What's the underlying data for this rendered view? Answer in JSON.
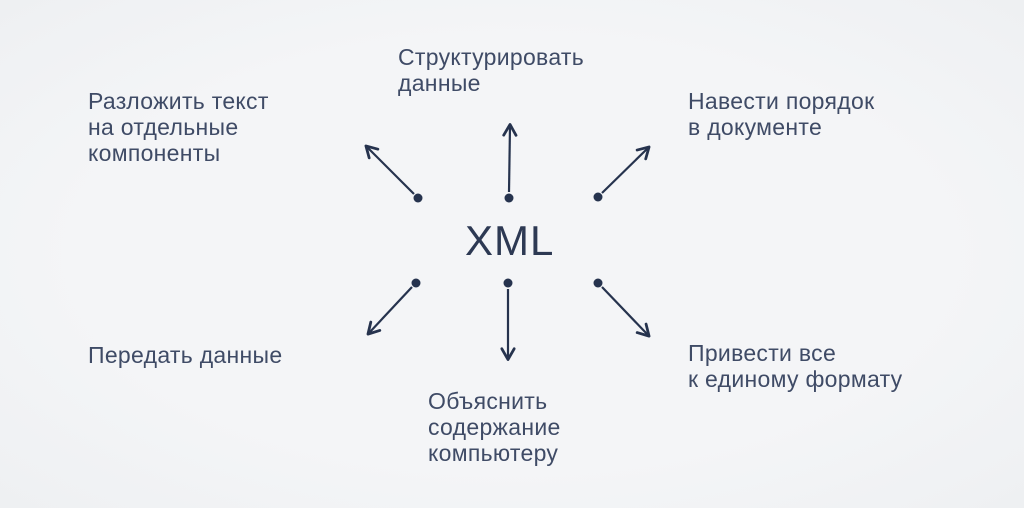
{
  "center_label": "XML",
  "labels": {
    "top": "Структурировать\nданные",
    "top_left": "Разложить текст\nна отдельные\nкомпоненты",
    "top_right": "Навести порядок\nв документе",
    "bottom_left": "Передать данные",
    "bottom": "Объяснить\nсодержание\nкомпьютеру",
    "bottom_right": "Привести все\nк единому формату"
  },
  "colors": {
    "arrow": "#26334e",
    "label_text": "#3f4b66",
    "center_text": "#2d3953",
    "background": "#f2f3f5"
  }
}
